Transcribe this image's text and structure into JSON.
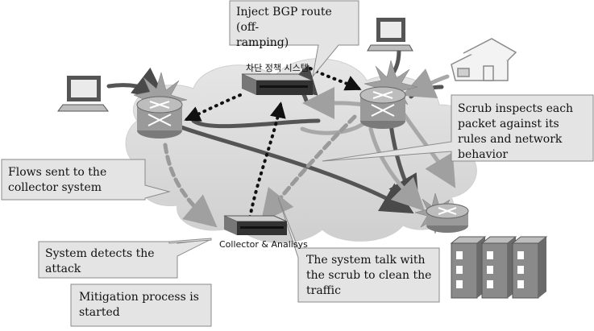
{
  "nodes": {
    "policy_system": "차단 정책 시스템",
    "collector": "Collector & Analisys"
  },
  "callouts": {
    "inject_bgp": "Inject BGP route (off-\nramping)",
    "scrub_inspects": "Scrub inspects each\npacket against its\nrules and network\nbehavior",
    "flows_sent": "Flows sent to the\ncollector system",
    "detects_attack": "System detects the\nattack",
    "talk_scrub": "The system talk with\nthe scrub to clean the\ntraffic",
    "mitigation": "Mitigation process is\nstarted"
  },
  "colors": {
    "cloud": "#d9d9d9",
    "callout_fill": "#e4e4e4",
    "arrow_dark": "#555555",
    "arrow_light": "#a8a8a8",
    "router": "#9a9a9a"
  },
  "icons": [
    "computer-icon",
    "house-icon",
    "router-icon",
    "server-icon",
    "starburst-icon"
  ]
}
